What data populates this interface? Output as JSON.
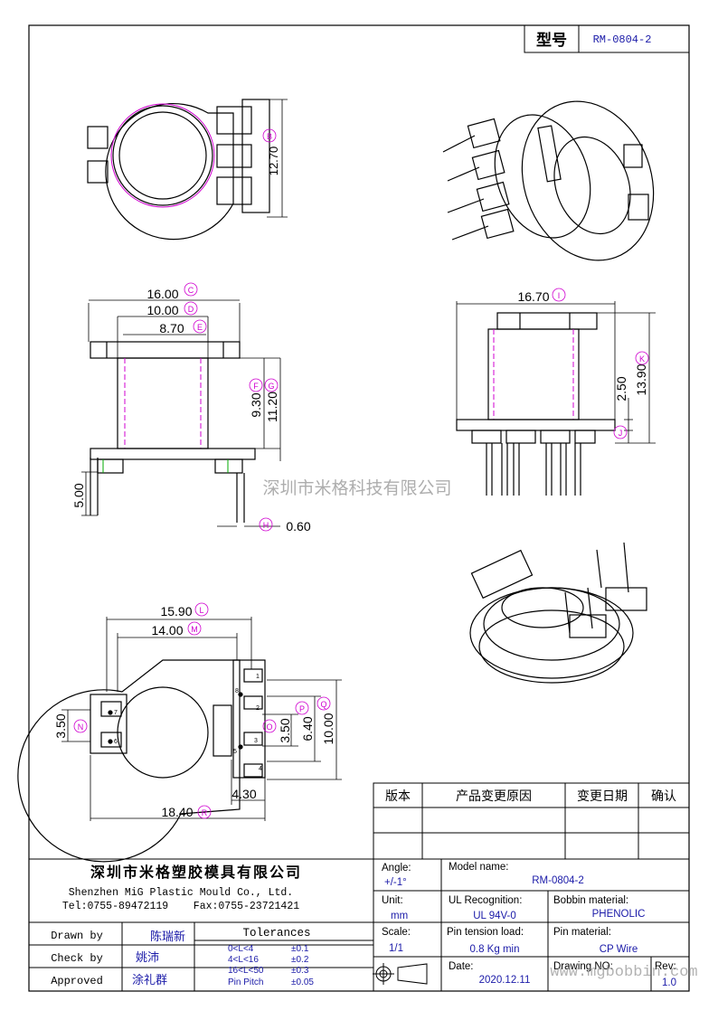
{
  "model_box": {
    "label": "型号",
    "value": "RM-0804-2"
  },
  "watermark": {
    "company": "深圳市米格科技有限公司"
  },
  "dims": {
    "top_view": {
      "B": "12.70"
    },
    "front_view": {
      "C": "16.00",
      "D": "10.00",
      "E": "8.70",
      "F": "9.30",
      "G": "11.20",
      "pin_len": "5.00",
      "H": "0.60"
    },
    "side_view": {
      "I": "16.70",
      "J_gap": "2.50",
      "K": "13.90"
    },
    "bottom_view": {
      "L": "15.90",
      "M": "14.00",
      "N": "3.50",
      "O": "3.50",
      "P": "6.40",
      "Q": "10.00",
      "R": "18.40",
      "S": "4.30"
    }
  },
  "circle_letters": [
    "B",
    "C",
    "D",
    "E",
    "F",
    "G",
    "H",
    "I",
    "J",
    "K",
    "L",
    "M",
    "N",
    "O",
    "P",
    "Q",
    "R"
  ],
  "pin_numbers": [
    "1",
    "2",
    "3",
    "4",
    "5",
    "6",
    "7",
    "8"
  ],
  "revision_table": {
    "col1": "版本",
    "col2": "产品变更原因",
    "col3": "变更日期",
    "col4": "确认"
  },
  "company": {
    "name_cn": "深圳市米格塑胶模具有限公司",
    "name_en": "Shenzhen MiG Plastic Mould Co., Ltd.",
    "contact": "Tel:0755-89472119    Fax:0755-23721421"
  },
  "signoff": [
    {
      "role": "Drawn by",
      "name": "陈瑞新"
    },
    {
      "role": "Check by",
      "name": "姚沛"
    },
    {
      "role": "Approved",
      "name": "涂礼群"
    }
  ],
  "tolerances": {
    "title": "Tolerances",
    "rows": [
      {
        "range": "0<L<4",
        "value": "±0.1"
      },
      {
        "range": "4<L<16",
        "value": "±0.2"
      },
      {
        "range": "16<L<50",
        "value": "±0.3"
      },
      {
        "range": "Pin Pitch",
        "value": "±0.05"
      }
    ]
  },
  "info": {
    "angle_label": "Angle:",
    "angle_value": "+/-1°",
    "unit_label": "Unit:",
    "unit_value": "mm",
    "scale_label": "Scale:",
    "scale_value": "1/1",
    "model_label": "Model name:",
    "model_value": "RM-0804-2",
    "ul_label": "UL Recognition:",
    "ul_value": "UL 94V-0",
    "bobbin_label": "Bobbin material:",
    "bobbin_value": "PHENOLIC",
    "tension_label": "Pin tension load:",
    "tension_value": "0.8 Kg min",
    "pin_label": "Pin material:",
    "pin_value": "CP Wire",
    "date_label": "Date:",
    "date_value": "2020.12.11",
    "drawing_label": "Drawing NO:",
    "drawing_value": "",
    "rev_label": "Rev:",
    "rev_value": "1.0"
  },
  "site_watermark": "www.mgbobbin.com",
  "colors": {
    "line": "#000000",
    "winding": "#d000d0",
    "accent": "#1a1aa8"
  }
}
